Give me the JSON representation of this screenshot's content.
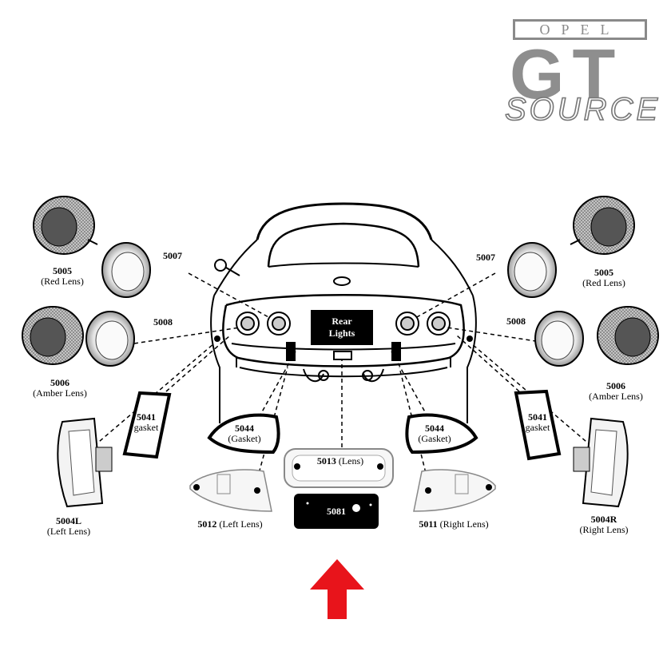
{
  "logo": {
    "brand": "OPEL",
    "model": "GT",
    "wordmark": "SOURCE"
  },
  "center_box": {
    "line1": "Rear",
    "line2": "Lights"
  },
  "parts": {
    "p5005_left": {
      "number": "5005",
      "desc": "(Red Lens)"
    },
    "p5005_right": {
      "number": "5005",
      "desc": "(Red Lens)"
    },
    "p5006_left": {
      "number": "5006",
      "desc": "(Amber Lens)"
    },
    "p5006_right": {
      "number": "5006",
      "desc": "(Amber Lens)"
    },
    "p5007_left": {
      "number": "5007"
    },
    "p5007_right": {
      "number": "5007"
    },
    "p5008_left": {
      "number": "5008"
    },
    "p5008_right": {
      "number": "5008"
    },
    "p5041_left": {
      "number": "5041",
      "desc": "gasket"
    },
    "p5041_right": {
      "number": "5041",
      "desc": "gasket"
    },
    "p5044_left": {
      "number": "5044",
      "desc": "(Gasket)"
    },
    "p5044_right": {
      "number": "5044",
      "desc": "(Gasket)"
    },
    "p5004L": {
      "number": "5004L",
      "desc": "(Left Lens)"
    },
    "p5004R": {
      "number": "5004R",
      "desc": "(Right Lens)"
    },
    "p5012": {
      "number": "5012",
      "desc": "(Left Lens)"
    },
    "p5011": {
      "number": "5011",
      "desc": "(Right Lens)"
    },
    "p5013": {
      "number": "5013",
      "desc": "(Lens)"
    },
    "p5081": {
      "number": "5081"
    }
  },
  "colors": {
    "arrow": "#e8141b",
    "logo_gray": "#8e8e8e",
    "line": "#000000"
  }
}
